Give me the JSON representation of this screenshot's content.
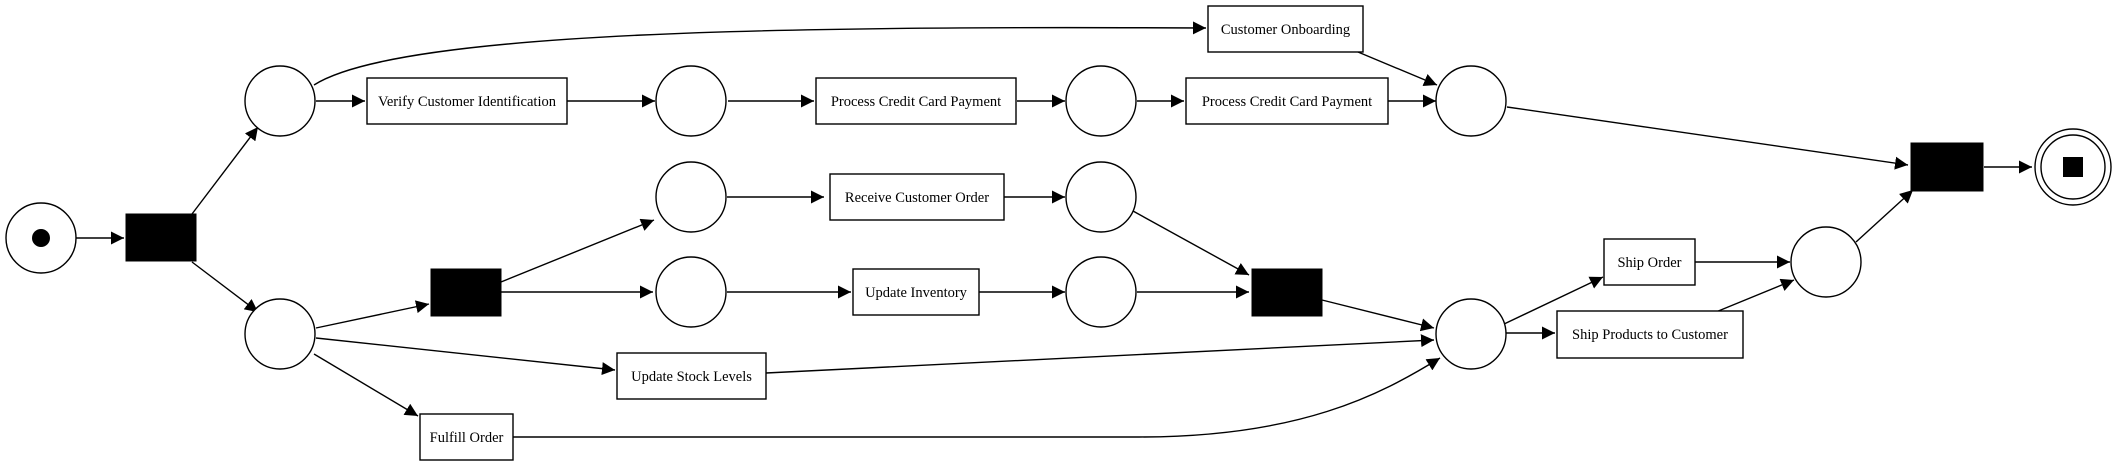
{
  "diagram": {
    "tasks": [
      {
        "id": "customer_onboarding",
        "label": "Customer Onboarding"
      },
      {
        "id": "verify_id",
        "label": "Verify Customer Identification"
      },
      {
        "id": "process_payment_1",
        "label": "Process Credit Card Payment"
      },
      {
        "id": "process_payment_2",
        "label": "Process Credit Card Payment"
      },
      {
        "id": "receive_order",
        "label": "Receive Customer Order"
      },
      {
        "id": "update_inventory",
        "label": "Update Inventory"
      },
      {
        "id": "update_stock",
        "label": "Update Stock Levels"
      },
      {
        "id": "fulfill_order",
        "label": "Fulfill Order"
      },
      {
        "id": "ship_order",
        "label": "Ship Order"
      },
      {
        "id": "ship_products",
        "label": "Ship Products to Customer"
      }
    ]
  }
}
